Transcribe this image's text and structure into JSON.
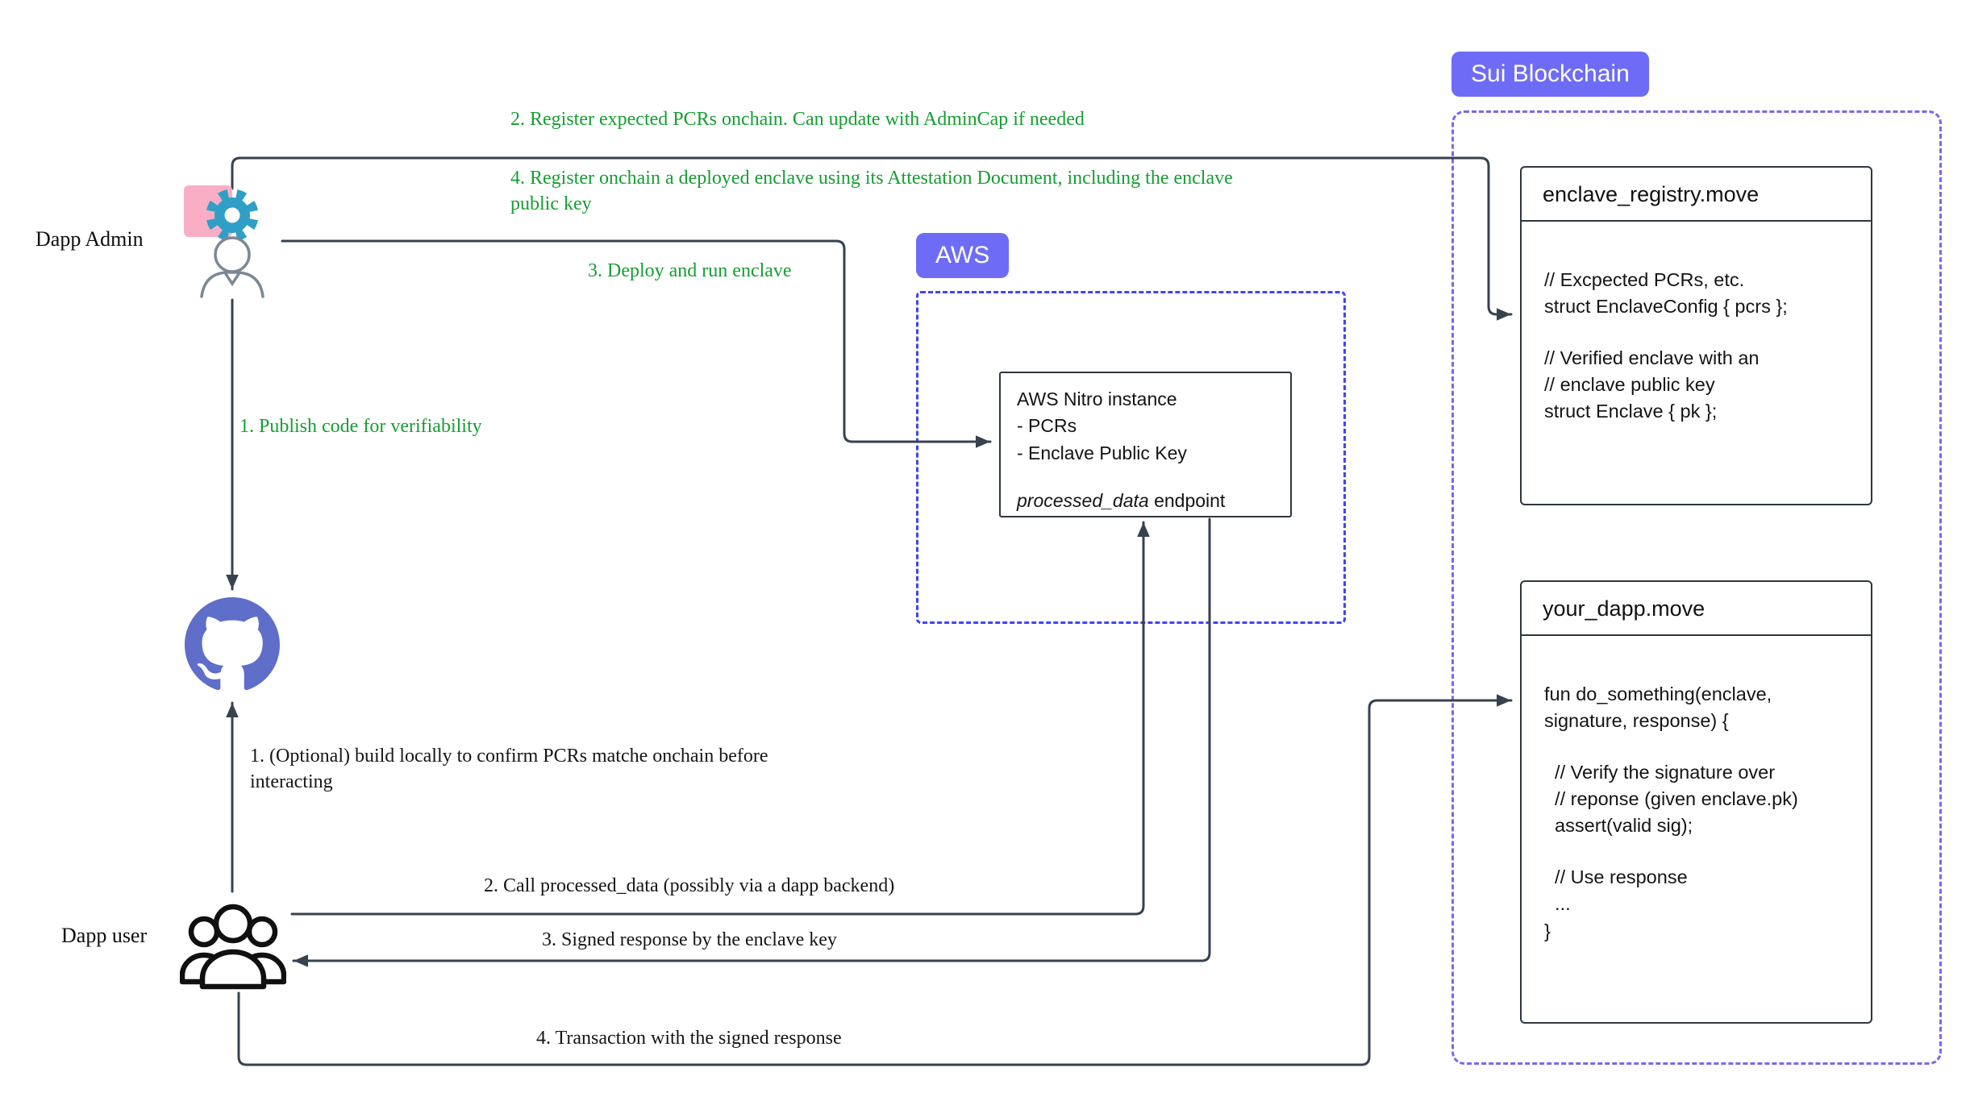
{
  "colors": {
    "badge_bg": "#6e6cf6",
    "aws_border": "#4343f2",
    "sui_border": "#7b68ee",
    "green_label": "#159e31",
    "arrow": "#37424f",
    "github_blue": "#5e6ec9",
    "gear_teal": "#2f9fc6",
    "gear_pink": "#f9aec6",
    "box_border": "#2f3640"
  },
  "nodes": {
    "dapp_admin_label": "Dapp Admin",
    "dapp_user_label": "Dapp user"
  },
  "badges": {
    "aws": "AWS",
    "sui": "Sui Blockchain"
  },
  "aws_nitro": {
    "title": "AWS Nitro instance",
    "line1": "- PCRs",
    "line2": "- Enclave Public Key",
    "endpoint_name": "processed_data",
    "endpoint_suffix": " endpoint"
  },
  "enclave_registry": {
    "title": "enclave_registry.move",
    "line1": "// Excpected PCRs, etc.",
    "line2": "struct EnclaveConfig { pcrs };",
    "line3": "// Verified enclave with an",
    "line4": "// enclave public key",
    "line5": "struct Enclave { pk };"
  },
  "your_dapp": {
    "title": "your_dapp.move",
    "line1": "fun do_something(enclave,",
    "line2": "signature, response) {",
    "line3": "  // Verify the signature over",
    "line4": "  // reponse (given enclave.pk)",
    "line5": "  assert(valid sig);",
    "line6": "  // Use response",
    "line7": "  ...",
    "line8": "}"
  },
  "admin_flows": {
    "publish": "1. Publish code for verifiability",
    "register_pcrs": "2. Register expected PCRs onchain. Can update with AdminCap if needed",
    "deploy": "3. Deploy and run enclave",
    "register_enclave": "4. Register onchain a deployed enclave using its Attestation Document, including the enclave public key"
  },
  "user_flows": {
    "build": "1. (Optional) build locally to confirm PCRs matche onchain before interacting",
    "call": "2. Call processed_data (possibly via a dapp backend)",
    "signed": "3. Signed response by the enclave key",
    "transaction": "4. Transaction with the signed response"
  }
}
